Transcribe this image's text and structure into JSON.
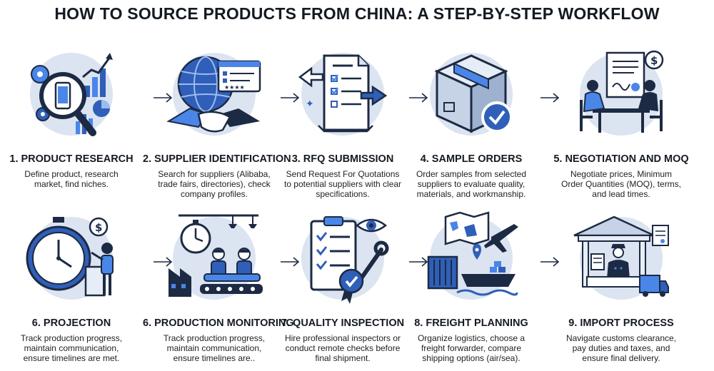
{
  "title": "HOW TO SOURCE PRODUCTS FROM CHINA: A STEP-BY-STEP WORKFLOW",
  "colors": {
    "primary": "#2f5fb8",
    "accent": "#4a86e8",
    "circle": "#dbe4f0",
    "dark": "#1d2a44"
  },
  "steps": [
    {
      "title": "1. PRODUCT RESEARCH",
      "desc": "Define product, research market, find niches.",
      "icon": "magnifier-phone-chart-icon"
    },
    {
      "title": "2. SUPPLIER IDENTIFICATION",
      "desc": "Search for suppliers (Alibaba, trade fairs, directories), check company profiles.",
      "icon": "globe-handshake-icon"
    },
    {
      "title": "3. RFQ SUBMISSION",
      "desc": "Send Request For Quotations to potential suppliers with clear specifications.",
      "icon": "document-checklist-icon"
    },
    {
      "title": "4. SAMPLE ORDERS",
      "desc": "Order samples from selected suppliers to evaluate quality, materials, and workmanship.",
      "icon": "box-check-icon"
    },
    {
      "title": "5. NEGOTIATION AND MOQ",
      "desc": "Negotiate prices, Minimum Order Quantities (MOQ), terms, and lead times.",
      "icon": "meeting-contract-icon"
    },
    {
      "title": "6. PROJECTION",
      "desc": "Track production progress, maintain communication, ensure timelines are met.",
      "icon": "stopwatch-presenter-icon"
    },
    {
      "title": "6. PRODUCTION MONITORING",
      "desc": "Track production progress, maintain communication, ensure timelines are..",
      "icon": "factory-workers-icon"
    },
    {
      "title": "7. QUALITY INSPECTION",
      "desc": "Hire professional inspectors or conduct remote checks before final shipment.",
      "icon": "clipboard-eye-icon"
    },
    {
      "title": "8. FREIGHT PLANNING",
      "desc": "Organize logistics, choose a freight forwarder, compare shipping options (air/sea).",
      "icon": "plane-ship-map-icon"
    },
    {
      "title": "9. IMPORT PROCESS",
      "desc": "Navigate customs clearance, pay duties and taxes, and ensure final delivery.",
      "icon": "customs-officer-truck-icon"
    }
  ]
}
